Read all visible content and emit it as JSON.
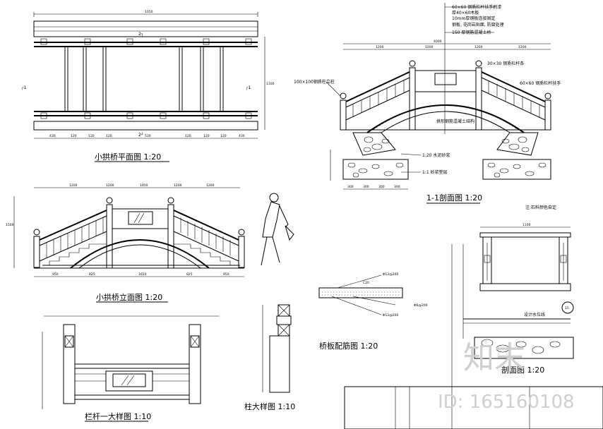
{
  "titles": {
    "plan": "小拱桥平面图 1:20",
    "elevation": "小拱桥立面图 1:20",
    "section": "1-1剖面图 1:20",
    "railing": "栏杆一大样图 1:10",
    "post": "柱大样图 1:10",
    "slab": "桥板配筋图 1:20",
    "detail": "剖面图 1:20"
  },
  "section_notes": [
    "60×60 钢质栏杆扶手刷漆",
    "厚40×60木板",
    "10mm厚钢板连接固定",
    "钢板, 花岗岩贴面, 防腐处理",
    "150 厚钢筋混凝土桥"
  ],
  "labels": {
    "post_sq": "100×100钢质柱立柱",
    "rail_30": "30×30 钢质栏杆条",
    "rail_60": "60×60 钢质栏杆扶手",
    "arch": "拱形钢筋混凝土结构",
    "mortar": "1:20 水泥砂浆",
    "footing": "1:1 砂浆垫层",
    "water_note": "注:石料颜色自定",
    "water_level": "设计水位线",
    "rebar_top": "Φ12@200",
    "rebar_mid": "Φ6@200",
    "rebar_bot": "Φ12@200",
    "cover": "C20",
    "section_cut": "1",
    "section_mark": "1",
    "circle_num": "15"
  },
  "dims": {
    "plan_top": "1050",
    "plan_width": "1100",
    "plan_bottom": [
      "430",
      "120",
      "120",
      "120",
      "530",
      "120",
      "120",
      "120",
      "430"
    ],
    "elev_top": [
      "1200",
      "1200",
      "1050",
      "1200",
      "1200"
    ],
    "elev_bottom": [
      "950",
      "825",
      "1650",
      "825",
      "950"
    ],
    "elev_height": "1500",
    "section_top": [
      "1200",
      "1200",
      "1200",
      "1200"
    ],
    "section_bottom": [
      "300",
      "300",
      "300",
      "300"
    ],
    "section_total": "4000",
    "detail_top": "1100"
  },
  "watermark": {
    "logo": "知末",
    "id": "ID: 165160108"
  }
}
